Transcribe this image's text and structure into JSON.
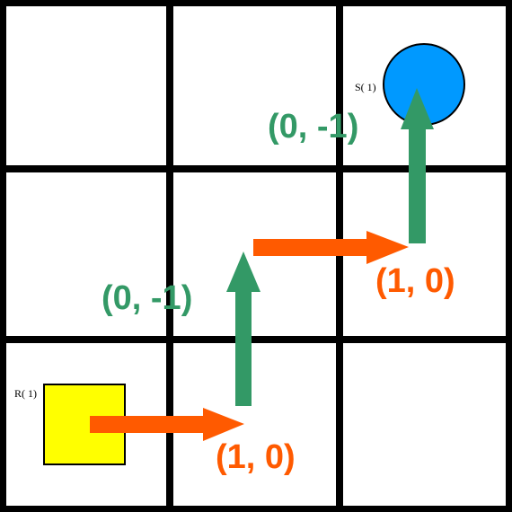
{
  "grid": {
    "rows": 3,
    "cols": 3,
    "line_color": "#000000",
    "background": "#ffffff"
  },
  "agents": {
    "robot": {
      "label": "R( 1)",
      "shape": "square",
      "color": "#ffff00",
      "cell": {
        "col": 0,
        "row": 2
      }
    },
    "target": {
      "label": "S( 1)",
      "shape": "circle",
      "color": "#0099ff",
      "cell": {
        "col": 2,
        "row": 0
      }
    }
  },
  "moves": [
    {
      "label": "(1, 0)",
      "direction": "right",
      "color": "#ff5a00"
    },
    {
      "label": "(0, -1)",
      "direction": "up",
      "color": "#339966"
    },
    {
      "label": "(1, 0)",
      "direction": "right",
      "color": "#ff5a00"
    },
    {
      "label": "(0, -1)",
      "direction": "up",
      "color": "#339966"
    }
  ]
}
